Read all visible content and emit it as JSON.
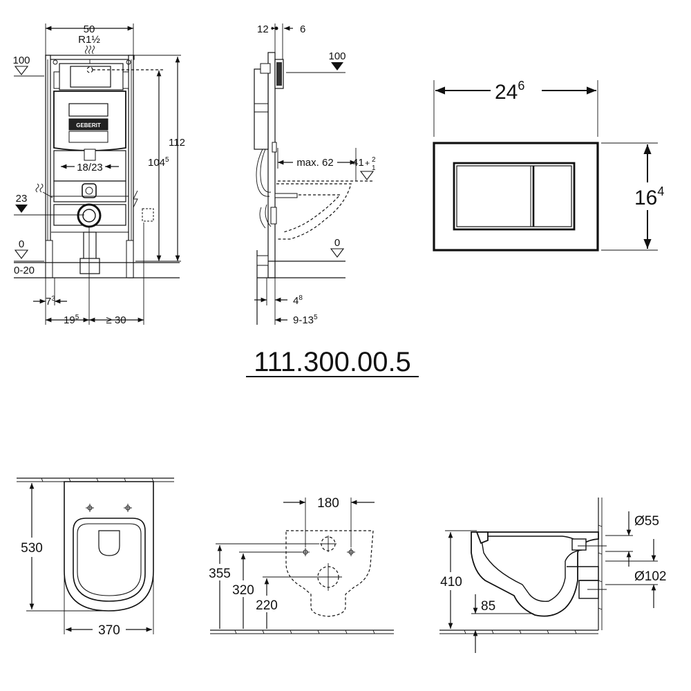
{
  "product_code": "111.300.00.5",
  "frame_front": {
    "width": "50",
    "inlet": "R1½",
    "flush_height": "100",
    "floor_level": "0",
    "floor_range": "0-20",
    "total_height": "112",
    "frame_height": "104",
    "frame_height_sup": "5",
    "outlet_spacing": "18/23",
    "supply_height": "23",
    "foot": "7",
    "foot_sup": "3",
    "bottom_left": "19",
    "bottom_left_sup": "5",
    "bottom_right": "≥ 30"
  },
  "frame_side": {
    "top_left": "12",
    "top_right": "6",
    "flush_height": "100",
    "max_projection": "max. 62",
    "height_41": "41",
    "tol_plus": "+",
    "tol_plus_val": "2",
    "tol_minus": "−",
    "tol_minus_val": "1",
    "floor_level": "0",
    "depth": "4",
    "depth_sup": "8",
    "wall_range": "9-13",
    "wall_range_sup": "5"
  },
  "flush_plate": {
    "width": "24",
    "width_sup": "6",
    "height": "16",
    "height_sup": "4"
  },
  "toilet_top": {
    "length": "530",
    "width": "370"
  },
  "toilet_back": {
    "bolt_spacing": "180",
    "h1": "355",
    "h2": "320",
    "h3": "220"
  },
  "toilet_side": {
    "height": "410",
    "inlet_dia": "Ø55",
    "outlet_dia": "Ø102",
    "depth": "85"
  }
}
